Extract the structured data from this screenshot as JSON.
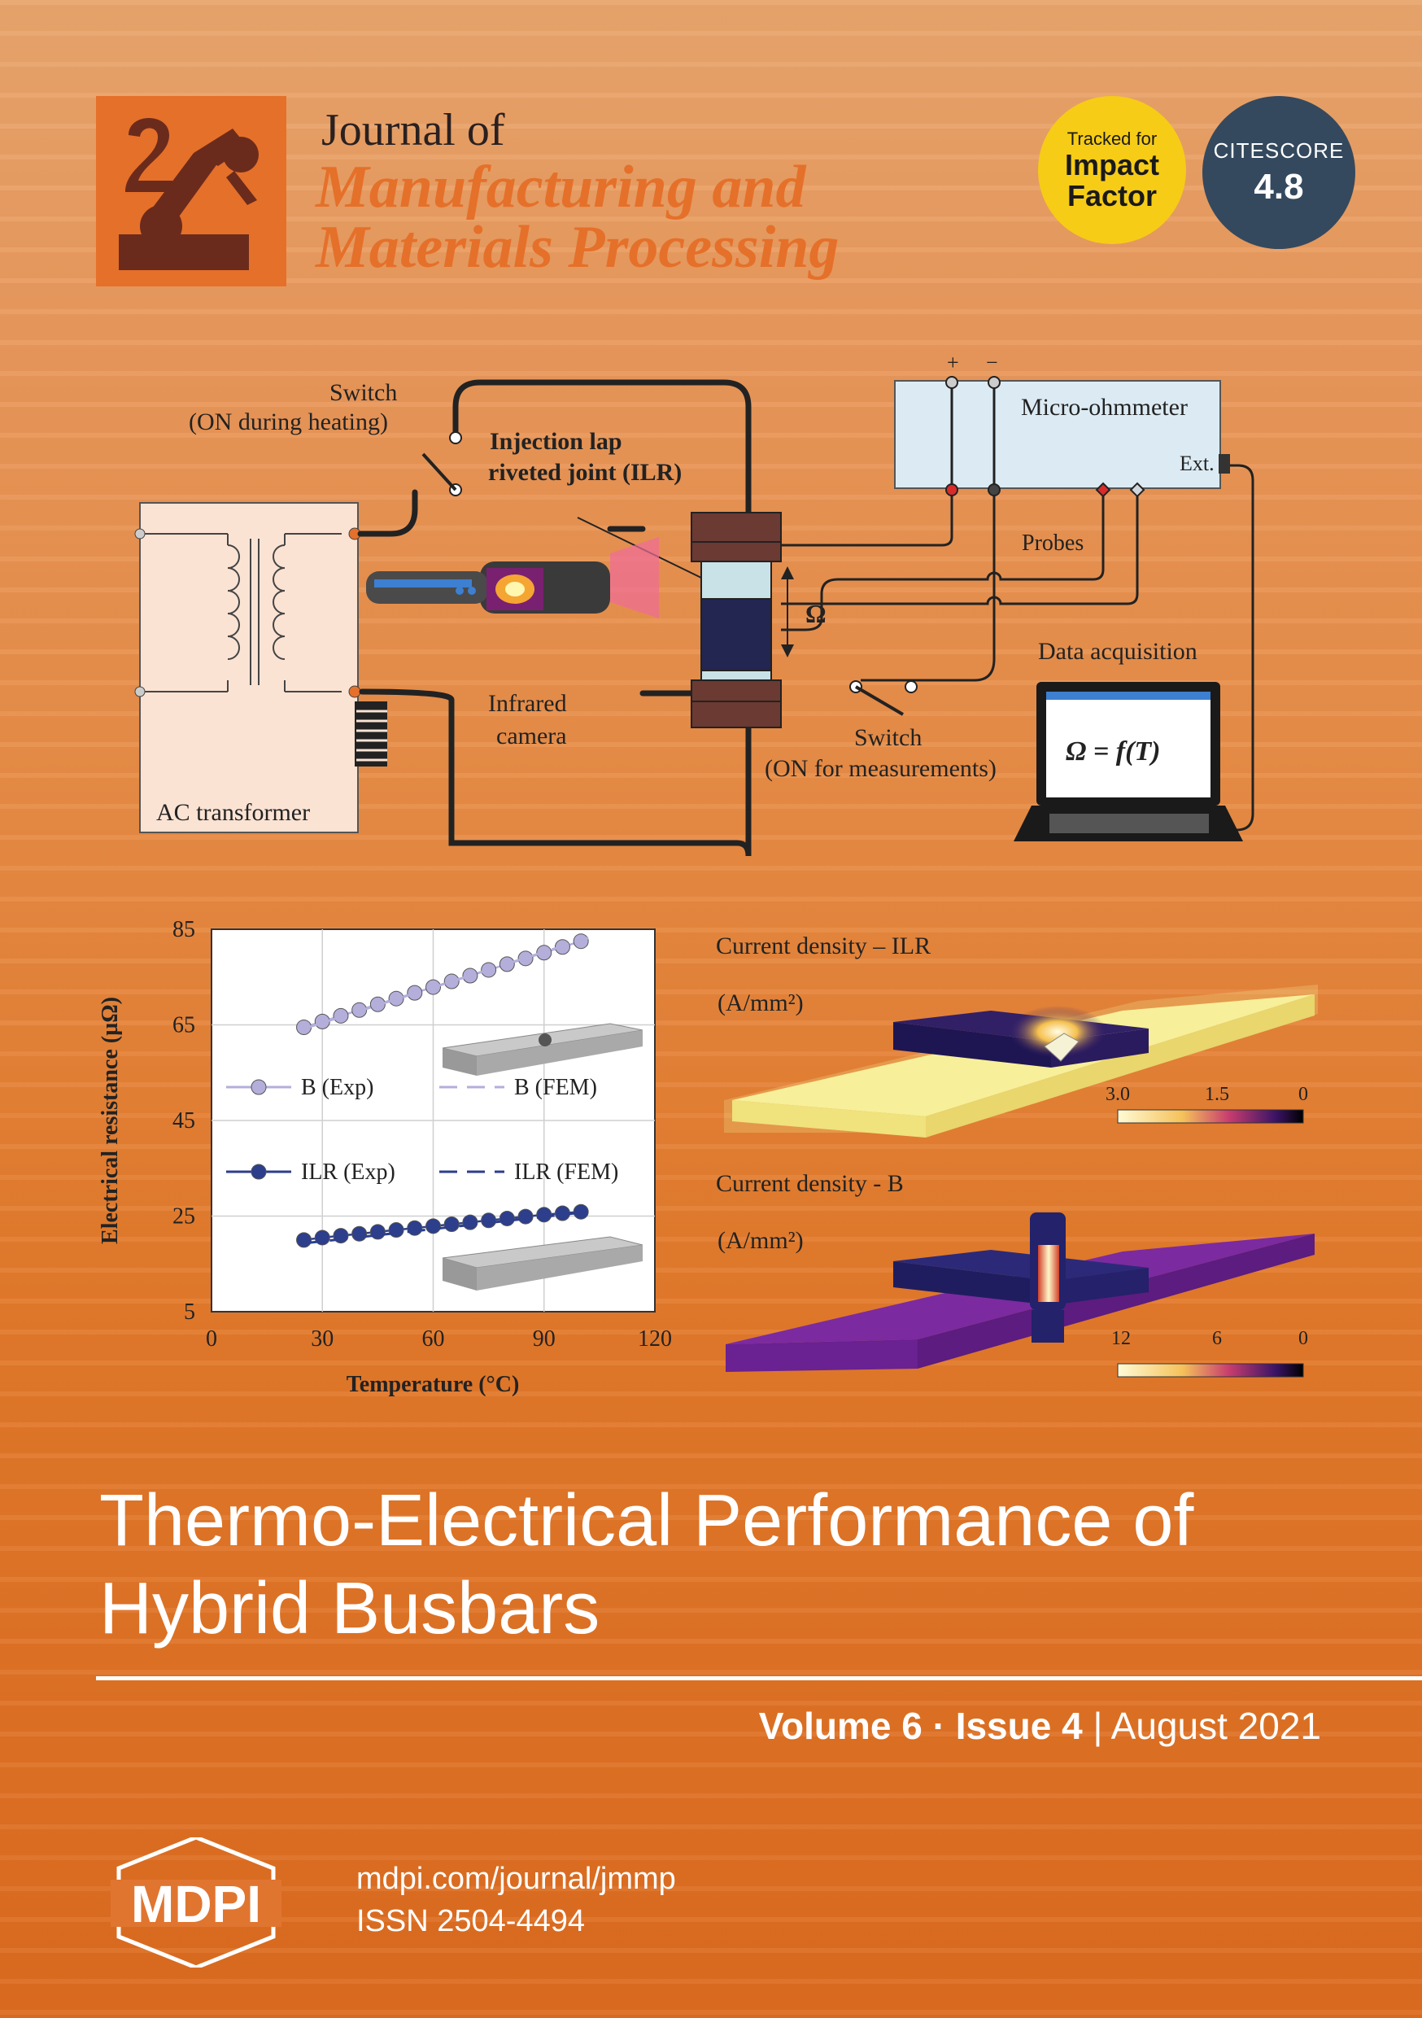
{
  "journal": {
    "line1": "Journal of",
    "line2": "Manufacturing and",
    "line3": "Materials Processing"
  },
  "badges": {
    "tracked": "Tracked for",
    "impact1": "Impact",
    "impact2": "Factor",
    "citescore_label": "CITESCORE",
    "citescore_value": "4.8"
  },
  "diagram": {
    "switch1_a": "Switch",
    "switch1_b": "(ON during heating)",
    "joint_a": "Injection lap",
    "joint_b": "riveted joint (ILR)",
    "ohm": "Micro-ohmmeter",
    "plus": "+",
    "minus": "−",
    "ext": "Ext.",
    "probes": "Probes",
    "omega": "Ω",
    "camera_a": "Infrared",
    "camera_b": "camera",
    "daq": "Data acquisition",
    "formula": "Ω = f(T)",
    "switch2_a": "Switch",
    "switch2_b": "(ON for measurements)",
    "transformer": "AC transformer"
  },
  "chart_data": {
    "type": "line",
    "xlabel": "Temperature (°C)",
    "ylabel": "Electrical resistance (µΩ)",
    "xlim": [
      0,
      120
    ],
    "ylim": [
      5,
      85
    ],
    "xticks": [
      0,
      30,
      60,
      90,
      120
    ],
    "yticks": [
      5,
      25,
      45,
      65,
      85
    ],
    "grid": true,
    "legend": [
      {
        "label": "B (Exp)",
        "style": "marker",
        "color": "#b4aedb"
      },
      {
        "label": "B (FEM)",
        "style": "dash",
        "color": "#b4aedb"
      },
      {
        "label": "ILR (Exp)",
        "style": "marker",
        "color": "#2c3e8c"
      },
      {
        "label": "ILR (FEM)",
        "style": "dash",
        "color": "#2c3e8c"
      }
    ],
    "series": [
      {
        "name": "B (Exp)",
        "color": "#b4aedb",
        "x": [
          25,
          30,
          35,
          40,
          45,
          50,
          55,
          60,
          65,
          70,
          75,
          80,
          85,
          90,
          95,
          100
        ],
        "y": [
          64.5,
          65.7,
          66.9,
          68.1,
          69.3,
          70.5,
          71.7,
          72.9,
          74.1,
          75.3,
          76.5,
          77.7,
          78.9,
          80.1,
          81.3,
          82.5
        ]
      },
      {
        "name": "B (FEM)",
        "color": "#b4aedb",
        "x": [
          25,
          102
        ],
        "y": [
          64.2,
          83.2
        ]
      },
      {
        "name": "ILR (Exp)",
        "color": "#2c3e8c",
        "x": [
          25,
          30,
          35,
          40,
          45,
          50,
          55,
          60,
          65,
          70,
          75,
          80,
          85,
          90,
          95,
          100
        ],
        "y": [
          20.0,
          20.5,
          20.9,
          21.3,
          21.7,
          22.1,
          22.5,
          22.9,
          23.3,
          23.7,
          24.1,
          24.5,
          24.9,
          25.3,
          25.6,
          25.9
        ]
      },
      {
        "name": "ILR (FEM)",
        "color": "#2c3e8c",
        "x": [
          25,
          102
        ],
        "y": [
          19.3,
          25.9
        ]
      }
    ]
  },
  "sims": {
    "ilr_title": "Current density – ILR",
    "ilr_unit": "(A/mm²)",
    "ilr_ticks": [
      "3.0",
      "1.5",
      "0"
    ],
    "b_title": "Current density - B",
    "b_unit": "(A/mm²)",
    "b_ticks": [
      "12",
      "6",
      "0"
    ]
  },
  "cover": {
    "title_line1": "Thermo-Electrical Performance of",
    "title_line2": "Hybrid Busbars",
    "volume": "Volume 6 · Issue 4",
    "sep": "|",
    "date": "August 2021",
    "publisher": "MDPI",
    "url": "mdpi.com/journal/jmmp",
    "issn": "ISSN 2504-4494"
  }
}
